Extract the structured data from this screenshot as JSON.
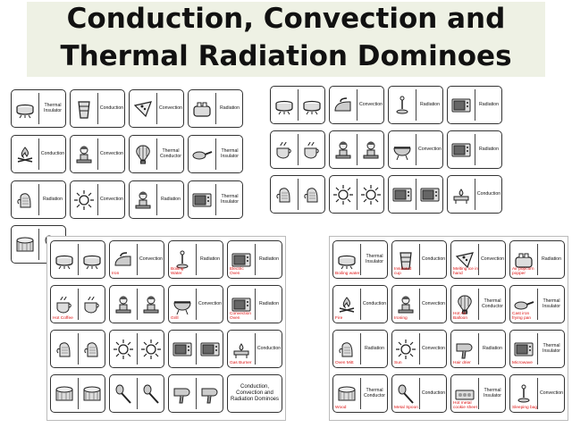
{
  "title": {
    "line1": "Conduction, Convection and",
    "line2": "Thermal Radiation Dominoes"
  },
  "labels": {
    "thermal_insulator": "Thermal Insulator",
    "conduction": "Conduction",
    "convection": "Convection",
    "radiation": "Radiation",
    "thermal_conductor": "Thermal Conductor",
    "cover_text": "Conduction, Convection and Radiation Dominoes",
    "cover_partial": "Conduction, Convection and"
  },
  "captions": {
    "iron": "Iron",
    "boiling_water": "Boiling Water",
    "electric_oven": "Electric Oven",
    "hot_coffee": "Hot Coffee",
    "grill": "Grill",
    "convection_oven": "Convection Oven",
    "gas_burner": "Gas Burner",
    "boiling_water2": "Boiling water",
    "insulated_cup": "Insulated cup",
    "melting_ice": "Melting ice in hand",
    "air_popcorn": "Air popcorn popper",
    "fire": "Fire",
    "ironing": "Ironing",
    "hot_air_balloon": "Hot Air Balloon",
    "cast_iron": "Cast iron frying pan",
    "oven_mitt": "Oven Mitt",
    "sun": "Sun",
    "hair_drier": "Hair drier",
    "microwave": "Microwave",
    "wood": "Wood",
    "metal_spoon": "Metal Spoon",
    "hot_metal_cookie": "Hot metal cookie sheet",
    "sleeping_bag": "Sleeping bag"
  },
  "icons": [
    "pot-icon",
    "cup-icon",
    "pizza-icon",
    "toaster-icon",
    "campfire-icon",
    "girl-icon",
    "balloon-icon",
    "pan-icon",
    "mitt-icon",
    "sun-icon",
    "oven-icon",
    "wood-icon",
    "spoon-icon",
    "iron-icon",
    "lamp-icon",
    "burner-icon",
    "coffee-icon",
    "grill-icon",
    "hairdryer-icon",
    "cookie-icon"
  ]
}
